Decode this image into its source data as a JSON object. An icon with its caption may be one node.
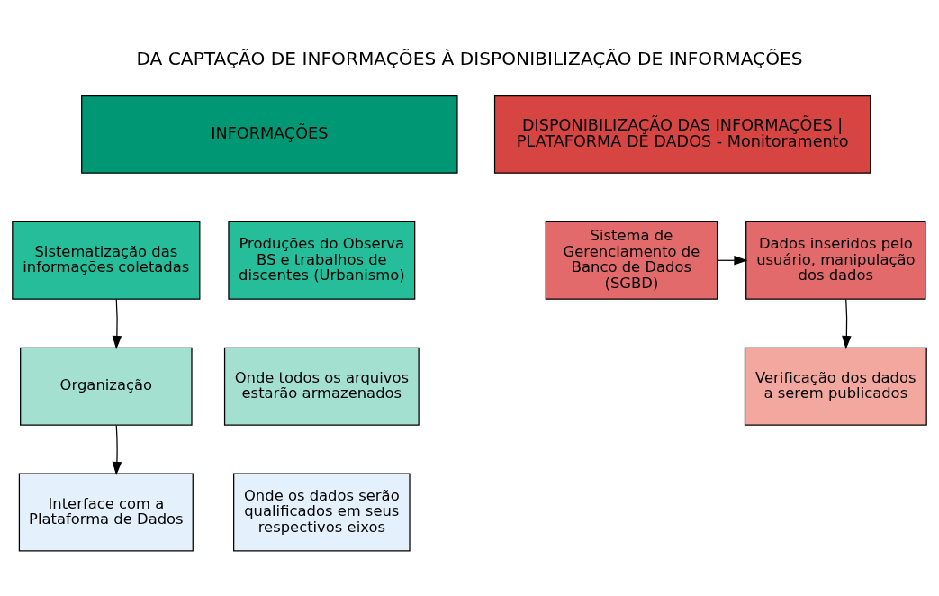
{
  "diagram": {
    "title": "DA CAPTAÇÃO DE INFORMAÇÕES À DISPONIBILIZAÇÃO DE INFORMAÇÕES",
    "nodes": [
      {
        "text": [
          "INFORMAÇÕES"
        ]
      },
      {
        "text": [
          "DISPONIBILIZAÇÃO DAS INFORMAÇÕES | PLATAFORMA DE DADOS - Monitoramento"
        ]
      },
      {
        "text": [
          "Sistematização das informações coletadas"
        ]
      },
      {
        "text": [
          "Produções do Observa BS e trabalhos de discentes (Urbanismo)"
        ]
      },
      {
        "text": [
          "Sistema de Gerenciamento de Banco de Dados (SGBD)"
        ]
      },
      {
        "text": [
          "Dados inseridos pelo usuário, manipulação dos dados"
        ]
      },
      {
        "text": [
          "Organização"
        ]
      },
      {
        "text": [
          "Onde todos os arquivos estarão armazenados"
        ]
      },
      {
        "text": [
          "Verificação dos dados a serem publicados"
        ]
      },
      {
        "text": [
          "Interface com a Plataforma de Dados"
        ]
      },
      {
        "text": [
          "Onde os dados serão qualificados em seus respectivos eixos"
        ]
      }
    ],
    "edges": [
      {
        "from": 2,
        "to": 6,
        "arrow": "to"
      },
      {
        "from": 6,
        "to": 9,
        "arrow": "to"
      },
      {
        "from": 4,
        "to": 5,
        "arrow": "to"
      },
      {
        "from": 5,
        "to": 8,
        "arrow": "to"
      }
    ]
  }
}
